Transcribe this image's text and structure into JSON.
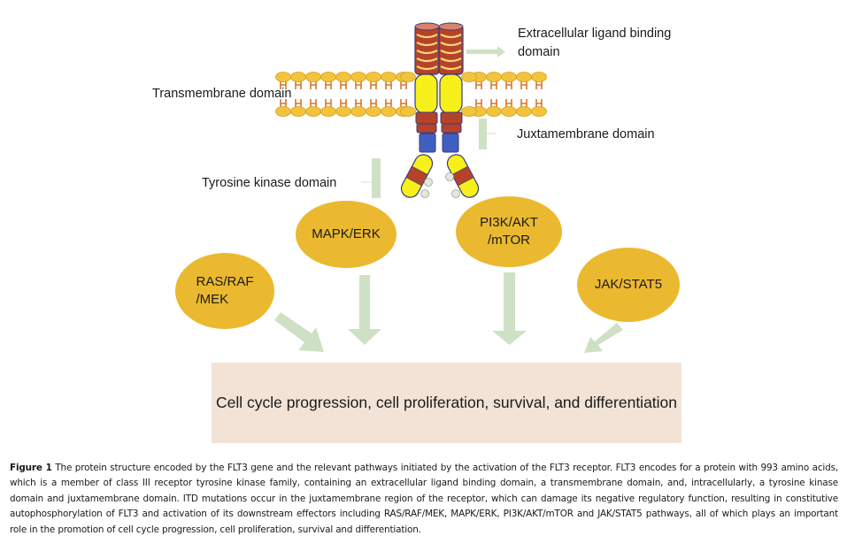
{
  "diagram": {
    "labels": {
      "extracellular": "Extracellular ligand binding",
      "extracellular_line2": "domain",
      "transmembrane": "Transmembrane domain",
      "juxtamembrane": "Juxtamembrane domain",
      "tyrosine_kinase": "Tyrosine kinase domain"
    },
    "pathways": [
      {
        "line1": "RAS/RAF",
        "line2": "/MEK"
      },
      {
        "line1": "MAPK/ERK",
        "line2": ""
      },
      {
        "line1": "PI3K/AKT",
        "line2": "/mTOR"
      },
      {
        "line1": "JAK/STAT5",
        "line2": ""
      }
    ],
    "outcome": "Cell cycle progression, cell proliferation, survival, and differentiation",
    "colors": {
      "pathway_fill": "#ebb92f",
      "arrow_fill": "#cfe1c4",
      "outcome_fill": "#f3e3d7",
      "lipid_head": "#f2c43d",
      "lipid_tail": "#d9752c",
      "receptor_red": "#b5432a",
      "receptor_yellow": "#f7f01a",
      "receptor_blue": "#3f5fc3",
      "receptor_outline": "#3a3a7a"
    }
  },
  "caption": {
    "label": "Figure 1",
    "text": " The protein structure encoded by the FLT3 gene and the relevant pathways initiated by the activation of the FLT3 receptor. FLT3 encodes for a protein with 993 amino acids, which is a member of class III receptor tyrosine kinase family, containing an extracellular ligand binding domain, a transmembrane domain, and, intracellularly, a tyrosine kinase domain and juxtamembrane domain. ITD mutations occur in the juxtamembrane region of the receptor, which can damage its negative regulatory function, resulting in constitutive autophosphorylation of FLT3 and activation of its downstream effectors including RAS/RAF/MEK, MAPK/ERK, PI3K/AKT/mTOR and JAK/STAT5 pathways, all of which plays an important role in the promotion of cell cycle progression, cell proliferation, survival and differentiation."
  }
}
